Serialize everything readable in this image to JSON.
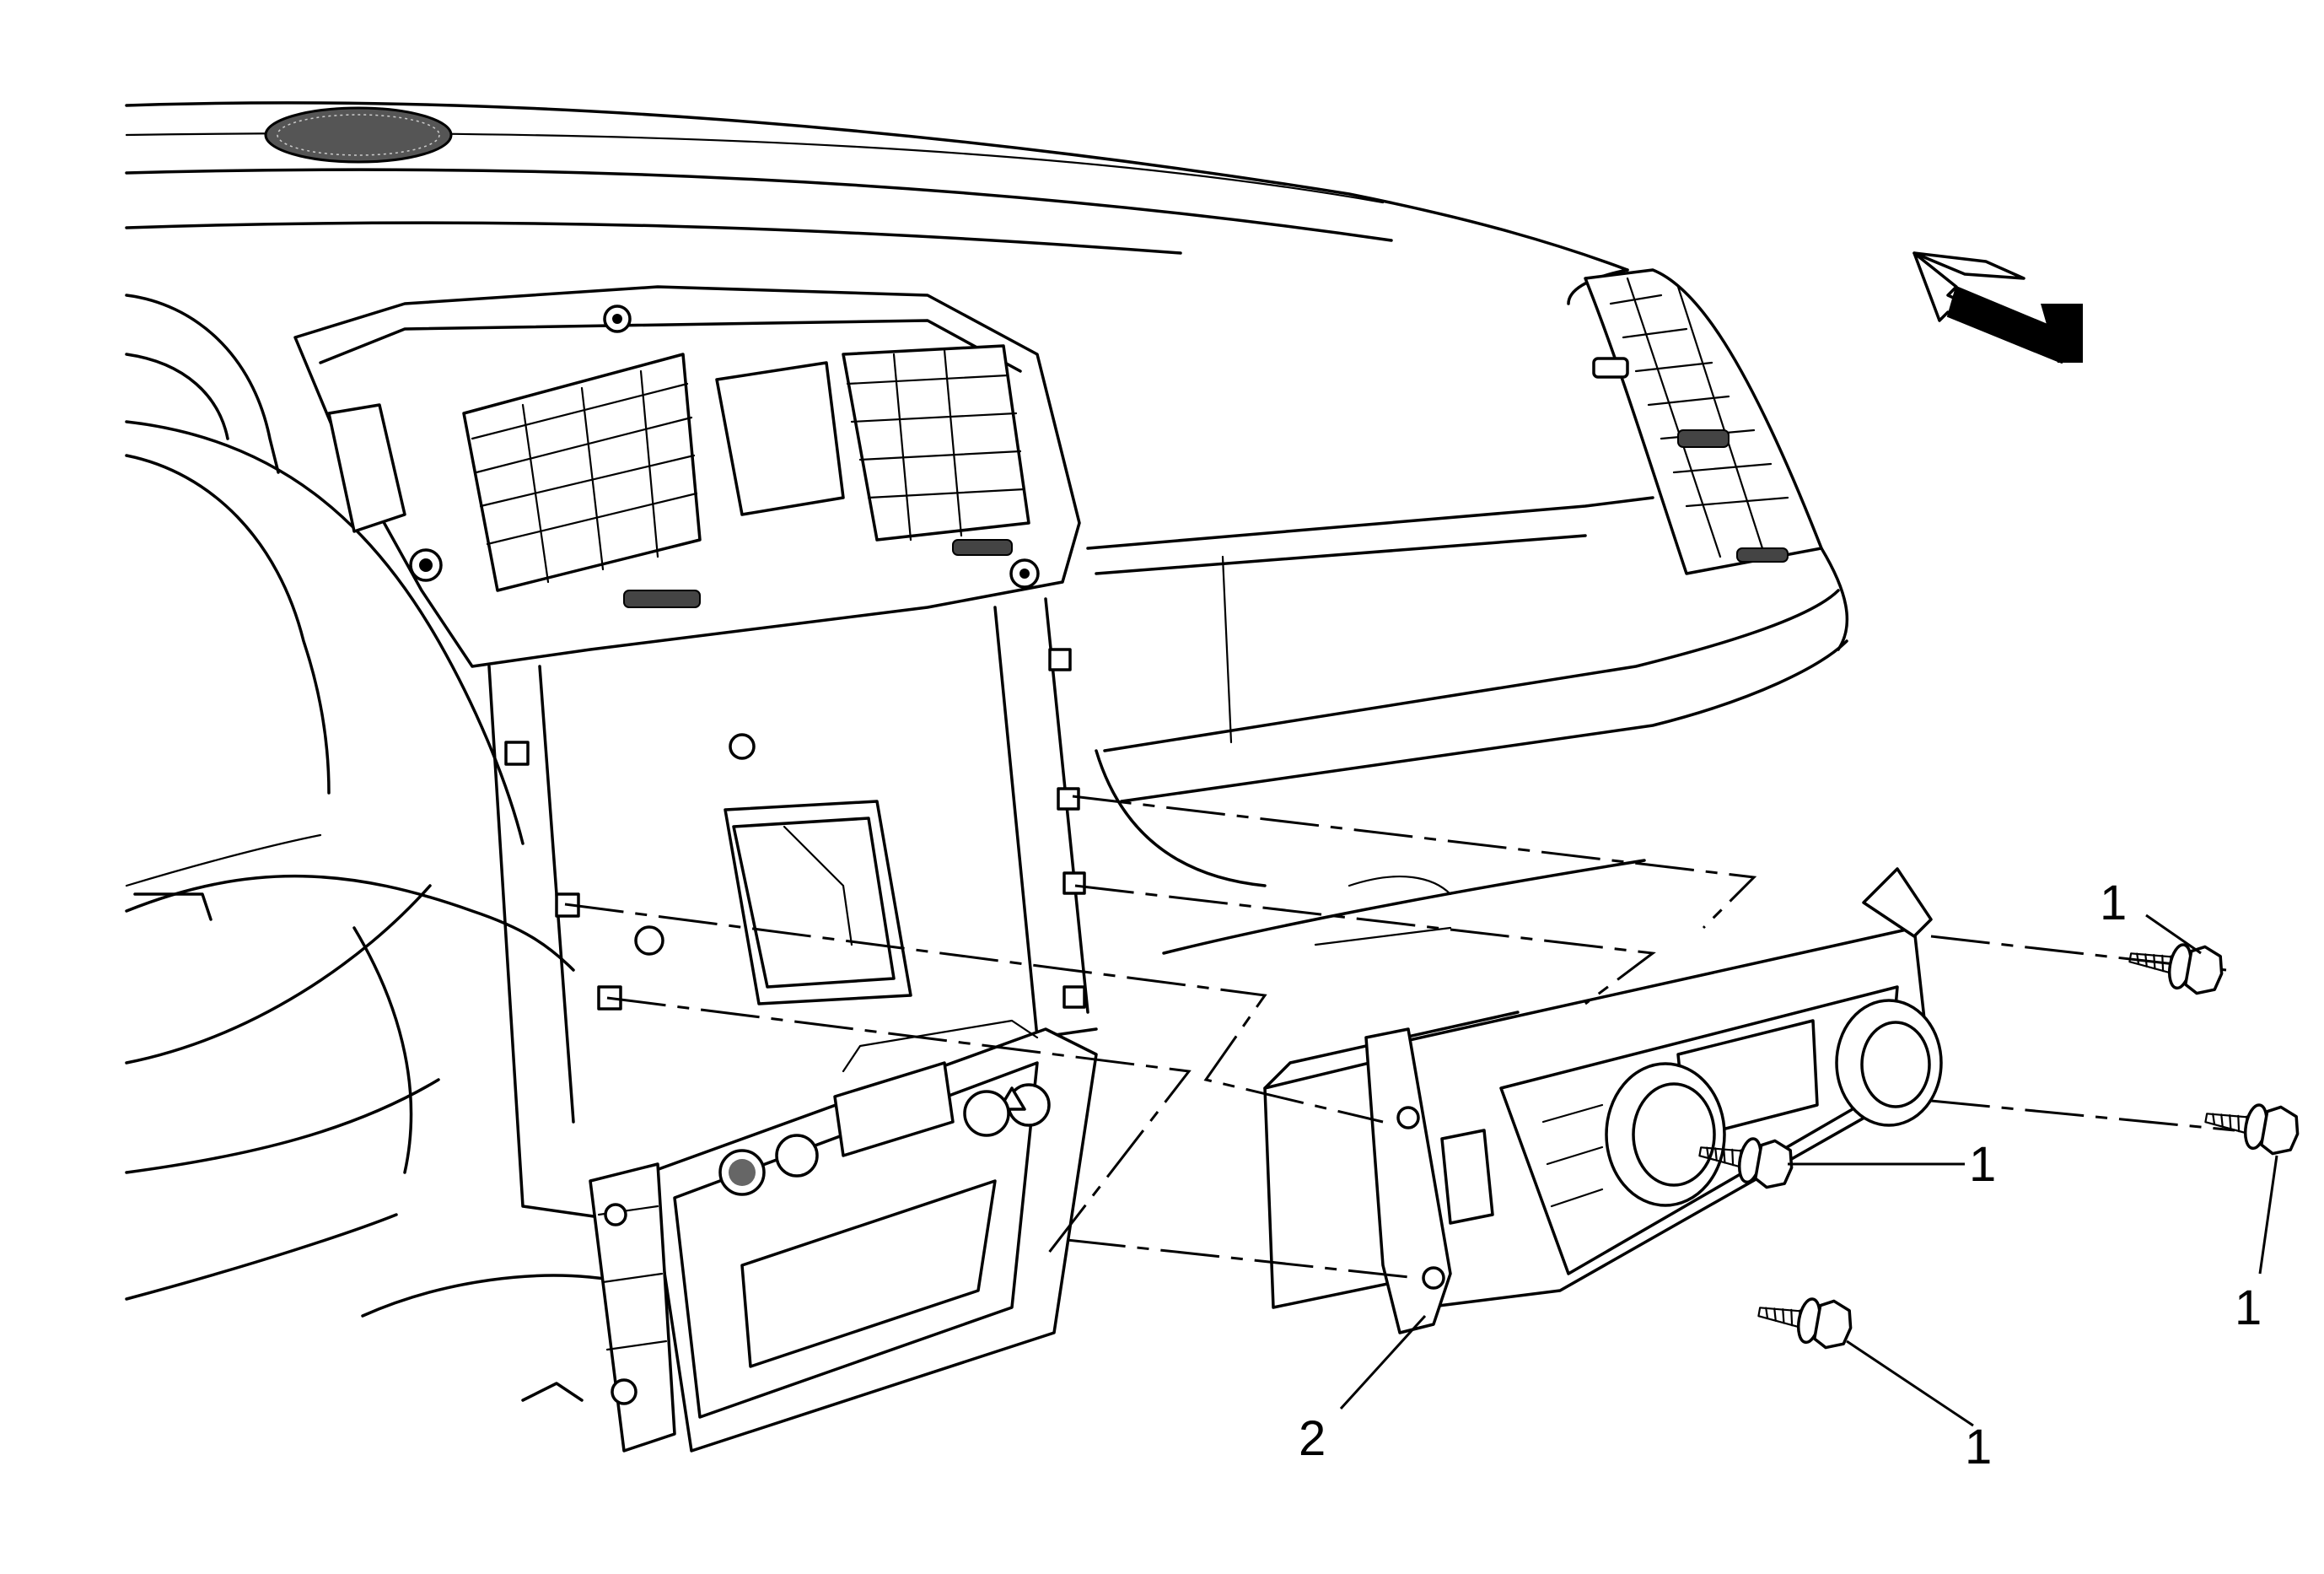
{
  "callouts": [
    {
      "id": "fastener-top-right",
      "text": "1"
    },
    {
      "id": "fastener-middle-right",
      "text": "1"
    },
    {
      "id": "fastener-center",
      "text": "1"
    },
    {
      "id": "fastener-bottom",
      "text": "1"
    },
    {
      "id": "control-module",
      "text": "2"
    }
  ],
  "colors": {
    "line": "#000000",
    "background": "#ffffff"
  },
  "icons": [
    "front-direction-arrow-icon",
    "screw-icon"
  ]
}
